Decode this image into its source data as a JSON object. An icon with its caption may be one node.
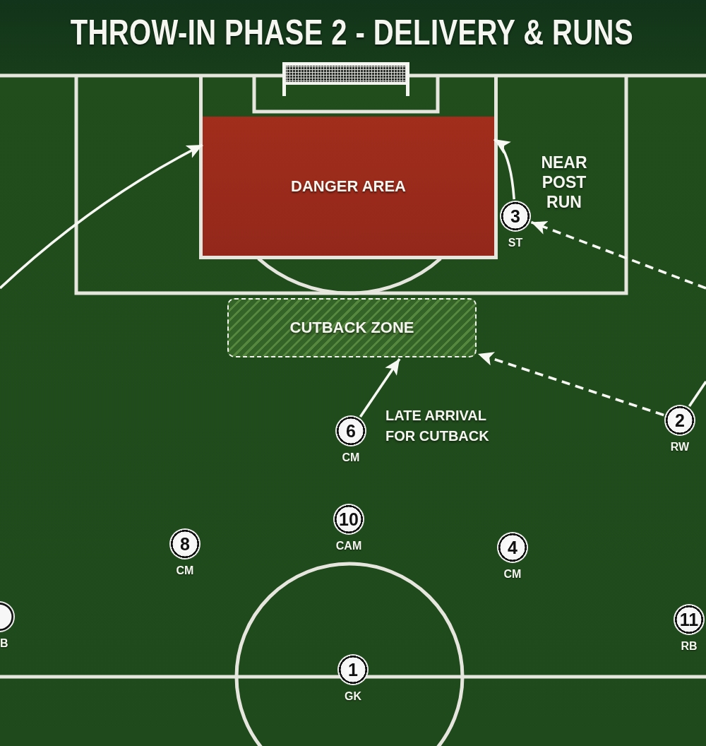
{
  "diagram": {
    "title": "THROW-IN PHASE 2 - DELIVERY & RUNS",
    "nodes": [
      {
        "text": [
          "DANGER AREA"
        ]
      },
      {
        "text": [
          "3"
        ],
        "beside": [
          "ST"
        ]
      },
      {
        "text": [
          "CUTBACK ZONE"
        ]
      },
      {
        "text": [
          "2"
        ],
        "beside": [
          "RW"
        ]
      },
      {
        "text": [
          "6"
        ],
        "beside": [
          "CM"
        ]
      },
      {
        "text": [
          "10"
        ],
        "beside": [
          "CAM"
        ]
      },
      {
        "text": [
          "8"
        ],
        "beside": [
          "CM"
        ]
      },
      {
        "text": [
          "4"
        ],
        "beside": [
          "CM"
        ]
      },
      {
        "text": [],
        "shape": "circle",
        "beside": [
          "B"
        ]
      },
      {
        "text": [
          "11"
        ],
        "beside": [
          "RB"
        ]
      },
      {
        "text": [
          "1"
        ],
        "beside": [
          "GK"
        ]
      }
    ],
    "edges": [
      {
        "from": null,
        "to": 0,
        "arrow": "to"
      },
      {
        "from": 1,
        "to": 0,
        "arrow": "to"
      },
      {
        "from": null,
        "to": 1,
        "arrow": "to",
        "style": "dashed"
      },
      {
        "from": 4,
        "to": 2,
        "arrow": "to"
      },
      {
        "from": 3,
        "to": 2,
        "arrow": "to",
        "style": "dashed"
      },
      {
        "from": 3,
        "to": null,
        "arrow": "none"
      }
    ],
    "labels": [
      "NEAR POST RUN",
      "LATE ARRIVAL FOR CUTBACK"
    ]
  }
}
